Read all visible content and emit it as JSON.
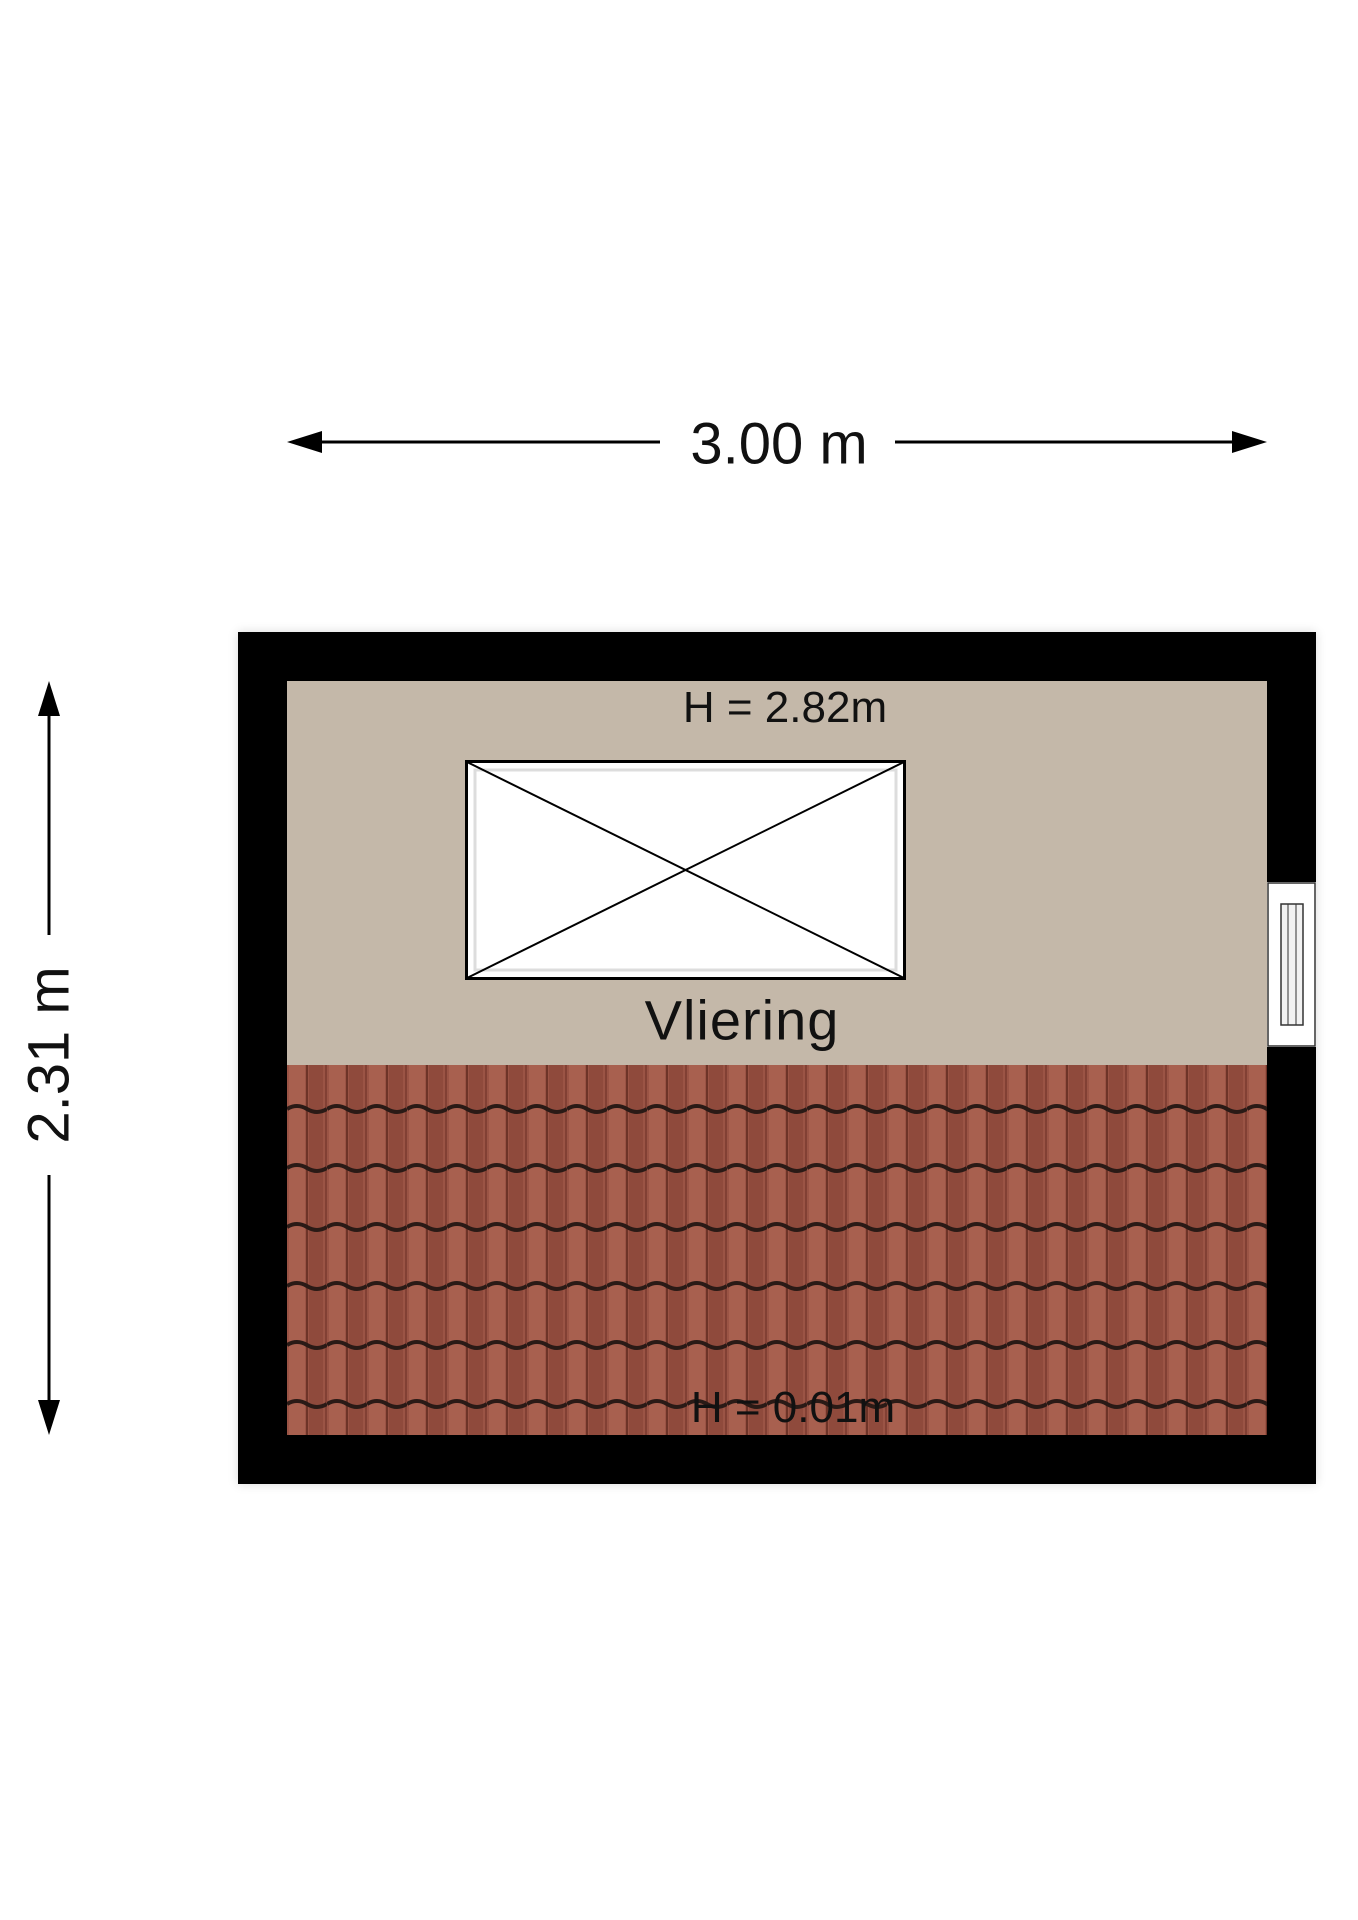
{
  "dimensions": {
    "width": "3.00 m",
    "depth": "2.31 m"
  },
  "room": {
    "name": "Vliering",
    "height_high": "H = 2.82m",
    "height_low": "H = 0.01m"
  },
  "colors": {
    "wall": "#000000",
    "floor": "#c4b8a9",
    "tile": "#9b5445"
  }
}
